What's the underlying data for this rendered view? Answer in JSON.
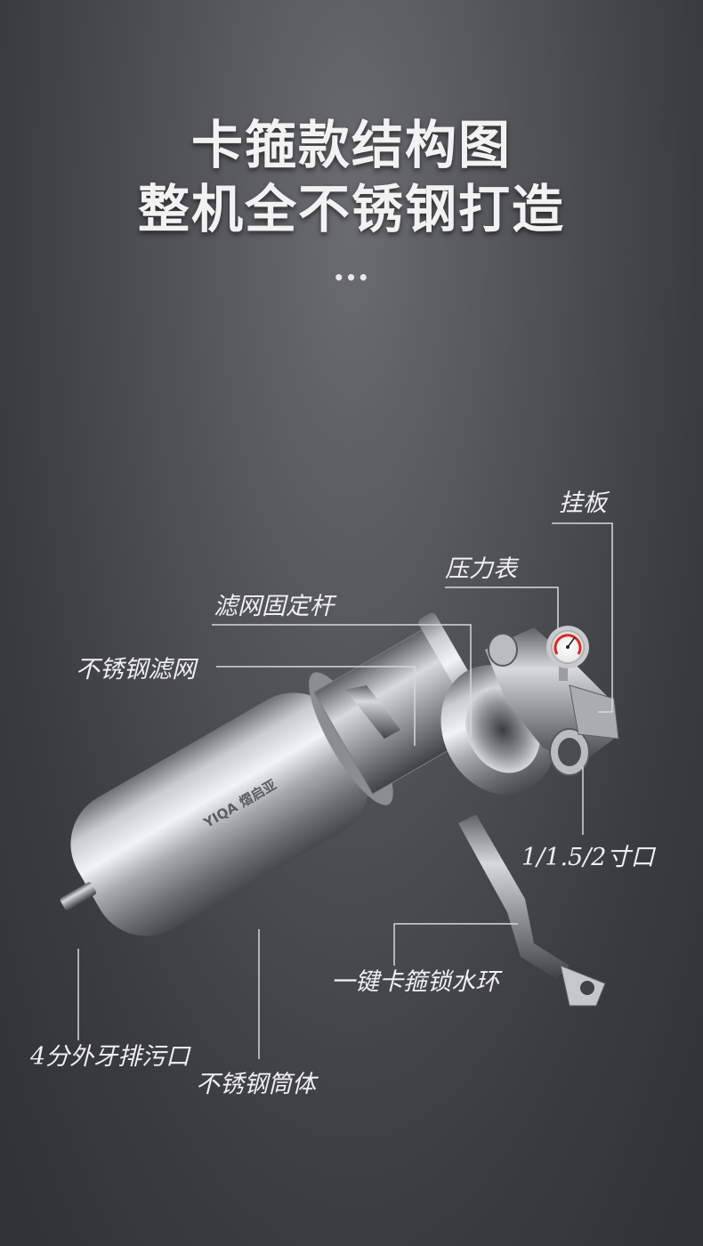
{
  "heading": {
    "line1": "卡箍款结构图",
    "line2": "整机全不锈钢打造",
    "dots": "•••"
  },
  "product_logo": "YIQA 熠启亚",
  "labels": {
    "hanging_plate": "挂板",
    "pressure_gauge": "压力表",
    "filter_fixing_rod": "滤网固定杆",
    "stainless_filter_mesh": "不锈钢滤网",
    "port_size": "1/1.5/2寸口",
    "clamp_lock_ring": "一键卡箍锁水环",
    "drain_outlet": "4分外牙排污口",
    "stainless_housing": "不锈钢筒体"
  },
  "colors": {
    "text": "#f0f0f0",
    "leader_line": "#d8d8d8",
    "background_dark": "#2f3134",
    "background_light": "#6a6c6f"
  }
}
